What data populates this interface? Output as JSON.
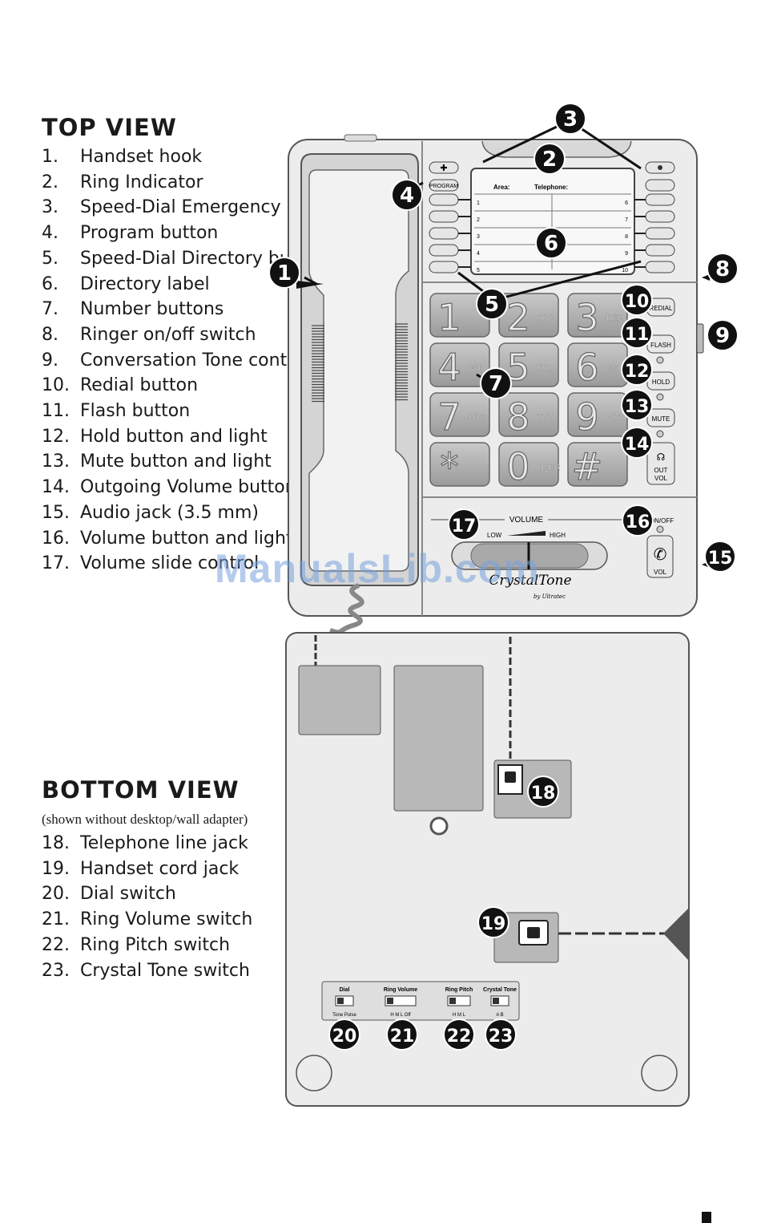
{
  "top_view": {
    "heading": "TOP VIEW",
    "items": [
      {
        "n": "1.",
        "text": "Handset hook"
      },
      {
        "n": "2.",
        "text": "Ring Indicator"
      },
      {
        "n": "3.",
        "text": "Speed-Dial Emergency buttons"
      },
      {
        "n": "4.",
        "text": "Program button"
      },
      {
        "n": "5.",
        "text": "Speed-Dial Directory buttons"
      },
      {
        "n": "6.",
        "text": "Directory label"
      },
      {
        "n": "7.",
        "text": "Number buttons"
      },
      {
        "n": "8.",
        "text": "Ringer on/off switch"
      },
      {
        "n": "9.",
        "text": "Conversation Tone control"
      },
      {
        "n": "10.",
        "text": "Redial button"
      },
      {
        "n": "11.",
        "text": "Flash button"
      },
      {
        "n": "12.",
        "text": "Hold button and light"
      },
      {
        "n": "13.",
        "text": "Mute button and light"
      },
      {
        "n": "14.",
        "text": "Outgoing Volume button and light"
      },
      {
        "n": "15.",
        "text": "Audio jack (3.5 mm)"
      },
      {
        "n": "16.",
        "text": "Volume button and light"
      },
      {
        "n": "17.",
        "text": "Volume slide control"
      }
    ]
  },
  "bottom_view": {
    "heading": "BOTTOM VIEW",
    "subheading": "(shown without desktop/wall adapter)",
    "items": [
      {
        "n": "18.",
        "text": "Telephone line jack"
      },
      {
        "n": "19.",
        "text": "Handset cord jack"
      },
      {
        "n": "20.",
        "text": "Dial switch"
      },
      {
        "n": "21.",
        "text": "Ring Volume switch"
      },
      {
        "n": "22.",
        "text": "Ring Pitch switch"
      },
      {
        "n": "23.",
        "text": "Crystal Tone switch"
      }
    ]
  },
  "phone_labels": {
    "program": "PROGRAM",
    "area": "Area:",
    "telephone": "Telephone:",
    "redial": "REDIAL",
    "flash": "FLASH",
    "hold": "HOLD",
    "mute": "MUTE",
    "out_vol": "OUT",
    "out_vol2": "VOL",
    "volume": "VOLUME",
    "low": "LOW",
    "high": "HIGH",
    "on_off": "ON/OFF",
    "vol": "VOL",
    "brand": "CrystalTone",
    "brand_by": "by Ultratec",
    "keys": [
      {
        "d": "1",
        "l": ""
      },
      {
        "d": "2",
        "l": "ABC"
      },
      {
        "d": "3",
        "l": "DEF"
      },
      {
        "d": "4",
        "l": "GHI"
      },
      {
        "d": "5",
        "l": "JKL"
      },
      {
        "d": "6",
        "l": "MNO"
      },
      {
        "d": "7",
        "l": "PRS"
      },
      {
        "d": "8",
        "l": "TUV"
      },
      {
        "d": "9",
        "l": "WXY"
      },
      {
        "d": "*",
        "l": ""
      },
      {
        "d": "0",
        "l": "OPER"
      },
      {
        "d": "#",
        "l": ""
      }
    ],
    "dir_left": [
      "1",
      "2",
      "3",
      "4",
      "5"
    ],
    "dir_right": [
      "6",
      "7",
      "8",
      "9",
      "10"
    ]
  },
  "switch_labels": {
    "dial": "Dial",
    "dial_opts": "Tone  Pulse",
    "ring_volume": "Ring Volume",
    "ring_volume_opts": "H  M  L Off",
    "ring_pitch": "Ring Pitch",
    "ring_pitch_opts": "H  M  L",
    "crystal_tone": "Crystal Tone",
    "crystal_tone_opts": "A  B"
  },
  "callouts": [
    "1",
    "2",
    "3",
    "4",
    "5",
    "6",
    "7",
    "8",
    "9",
    "10",
    "11",
    "12",
    "13",
    "14",
    "15",
    "16",
    "17",
    "18",
    "19",
    "20",
    "21",
    "22",
    "23"
  ],
  "watermark": "ManualsLib.com"
}
